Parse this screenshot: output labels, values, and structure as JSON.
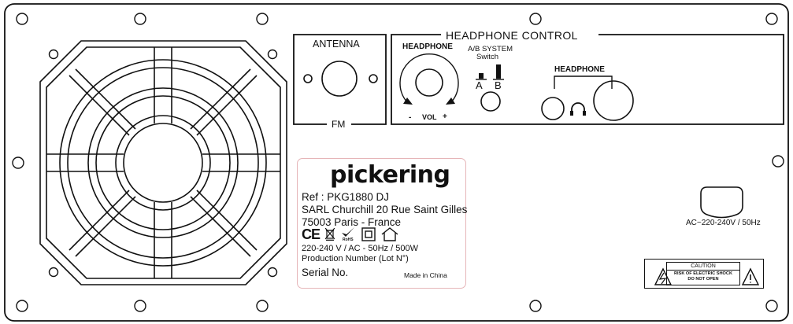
{
  "antenna": {
    "title": "ANTENNA",
    "band": "FM"
  },
  "headphone_control": {
    "title": "HEADPHONE CONTROL",
    "volume_label": "HEADPHONE",
    "vol_minus": "-",
    "vol_text": "VOL",
    "vol_plus": "+",
    "ab_title": "A/B SYSTEM",
    "ab_sub": "Switch",
    "ab_a": "A",
    "ab_b": "B",
    "jack_label": "HEADPHONE"
  },
  "label_card": {
    "brand": "pickering",
    "ref": "Ref : PKG1880 DJ",
    "address1": "SARL Churchill 20 Rue Saint Gilles",
    "address2": "75003 Paris - France",
    "certifications": [
      "ce-mark-icon",
      "weee-bin-icon",
      "rohs-check-icon",
      "double-insulation-icon",
      "indoor-use-icon"
    ],
    "rohs_text": "RoHS",
    "ce_text": "CE",
    "power": "220-240 V / AC - 50Hz / 500W",
    "production": "Production Number (Lot N°)",
    "serial": "Serial No.",
    "made_in": "Made in China"
  },
  "power_input": {
    "label": "AC~220-240V / 50Hz"
  },
  "caution": {
    "title": "CAUTION",
    "line1": "RISK OF ELECTRIC SHOCK",
    "line2": "DO NOT OPEN"
  },
  "colors": {
    "ink": "#111111",
    "label_border": "#e6b5b8",
    "background": "#ffffff"
  }
}
